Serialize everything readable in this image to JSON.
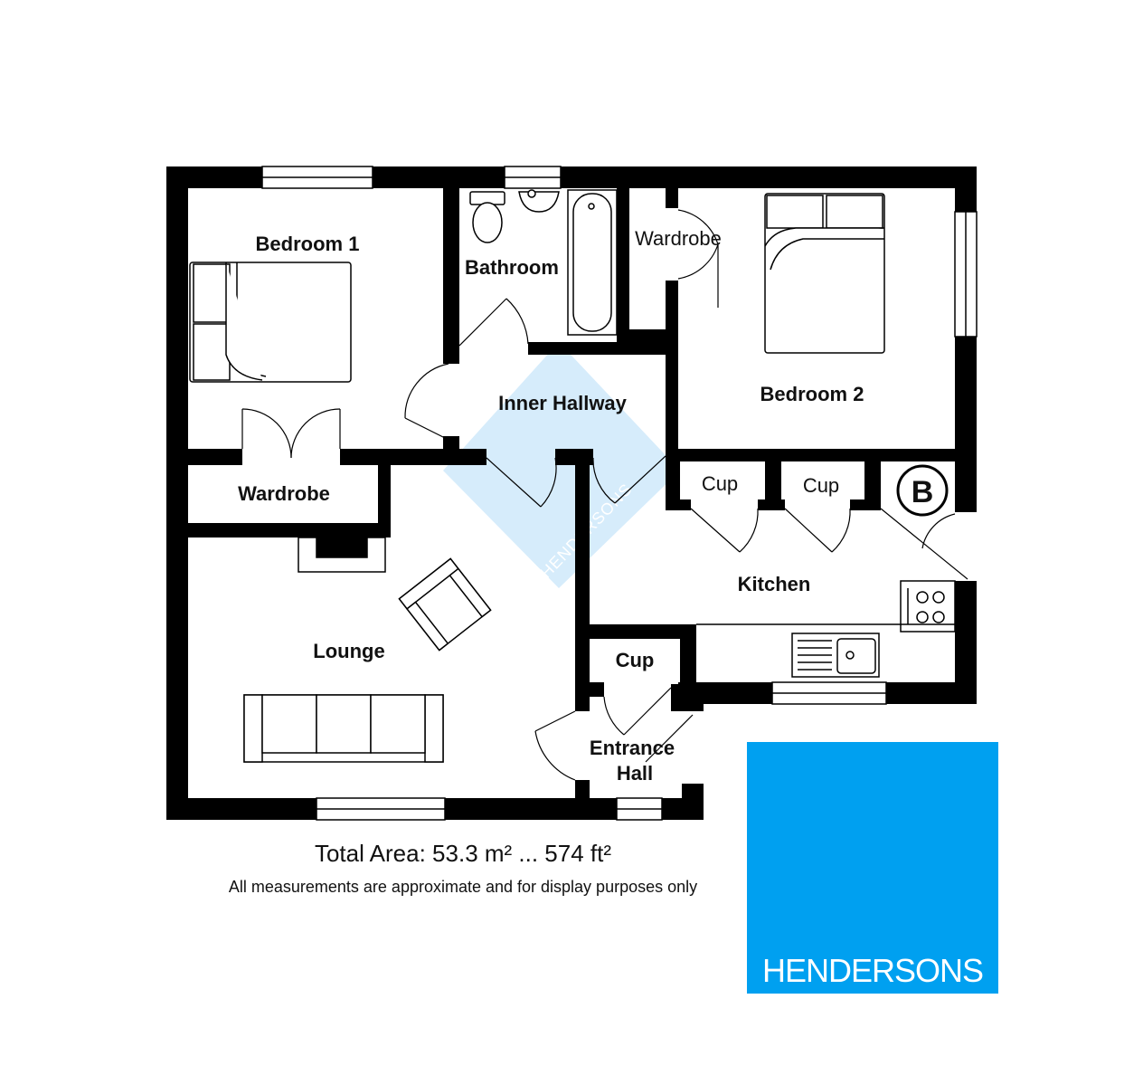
{
  "rooms": {
    "bedroom1": "Bedroom 1",
    "bathroom": "Bathroom",
    "wardrobe_bed2": "Wardrobe",
    "bedroom2": "Bedroom 2",
    "inner_hallway": "Inner Hallway",
    "wardrobe_bed1": "Wardrobe",
    "cup1": "Cup",
    "cup2": "Cup",
    "kitchen": "Kitchen",
    "lounge": "Lounge",
    "cup_hall": "Cup",
    "entrance_hall_line1": "Entrance",
    "entrance_hall_line2": "Hall"
  },
  "boiler_label": "B",
  "summary": {
    "total_area": "Total Area: 53.3 m² ... 574 ft²",
    "disclaimer": "All measurements are approximate and for display purposes only"
  },
  "brand": {
    "name": "HENDERSONS",
    "watermark": "HENDERSONS",
    "color": "#00a0f0"
  },
  "colors": {
    "wall": "#000000",
    "watermark_fill": "#cfe9fb"
  }
}
